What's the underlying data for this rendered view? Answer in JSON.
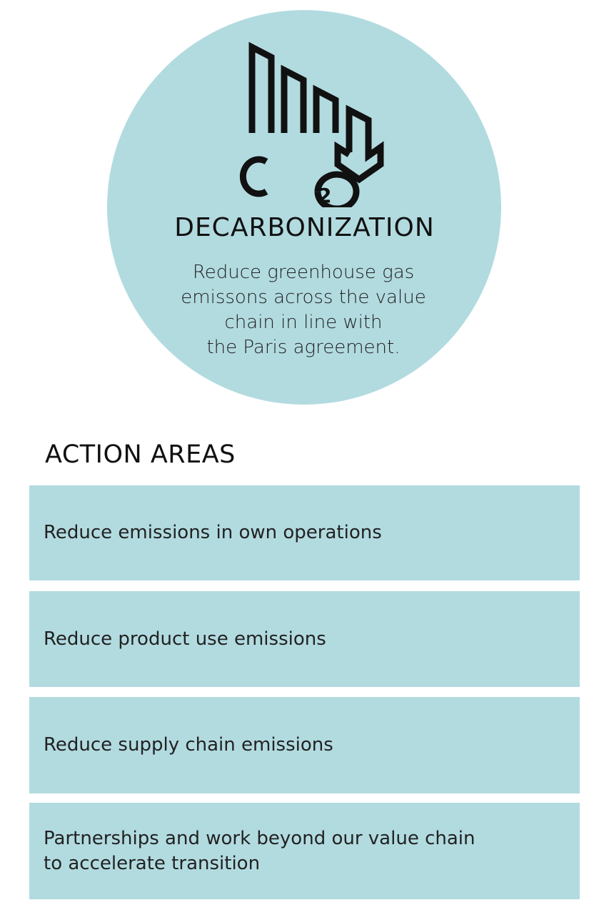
{
  "hero": {
    "icon": "co2-reduction-icon",
    "title": "DECARBONIZATION",
    "description_lines": [
      "Reduce greenhouse gas",
      "emissons across the value",
      "chain in line with",
      "the Paris agreement."
    ]
  },
  "action_areas": {
    "title": "ACTION AREAS",
    "items": [
      {
        "lines": [
          "Reduce emissions in own operations"
        ]
      },
      {
        "lines": [
          "Reduce product use emissions"
        ]
      },
      {
        "lines": [
          "Reduce supply chain emissions"
        ]
      },
      {
        "lines": [
          "Partnerships and work beyond our value chain",
          "to accelerate transition"
        ]
      }
    ]
  },
  "colors": {
    "accent": "#b2dbe0",
    "text": "#111111",
    "background": "#ffffff"
  }
}
